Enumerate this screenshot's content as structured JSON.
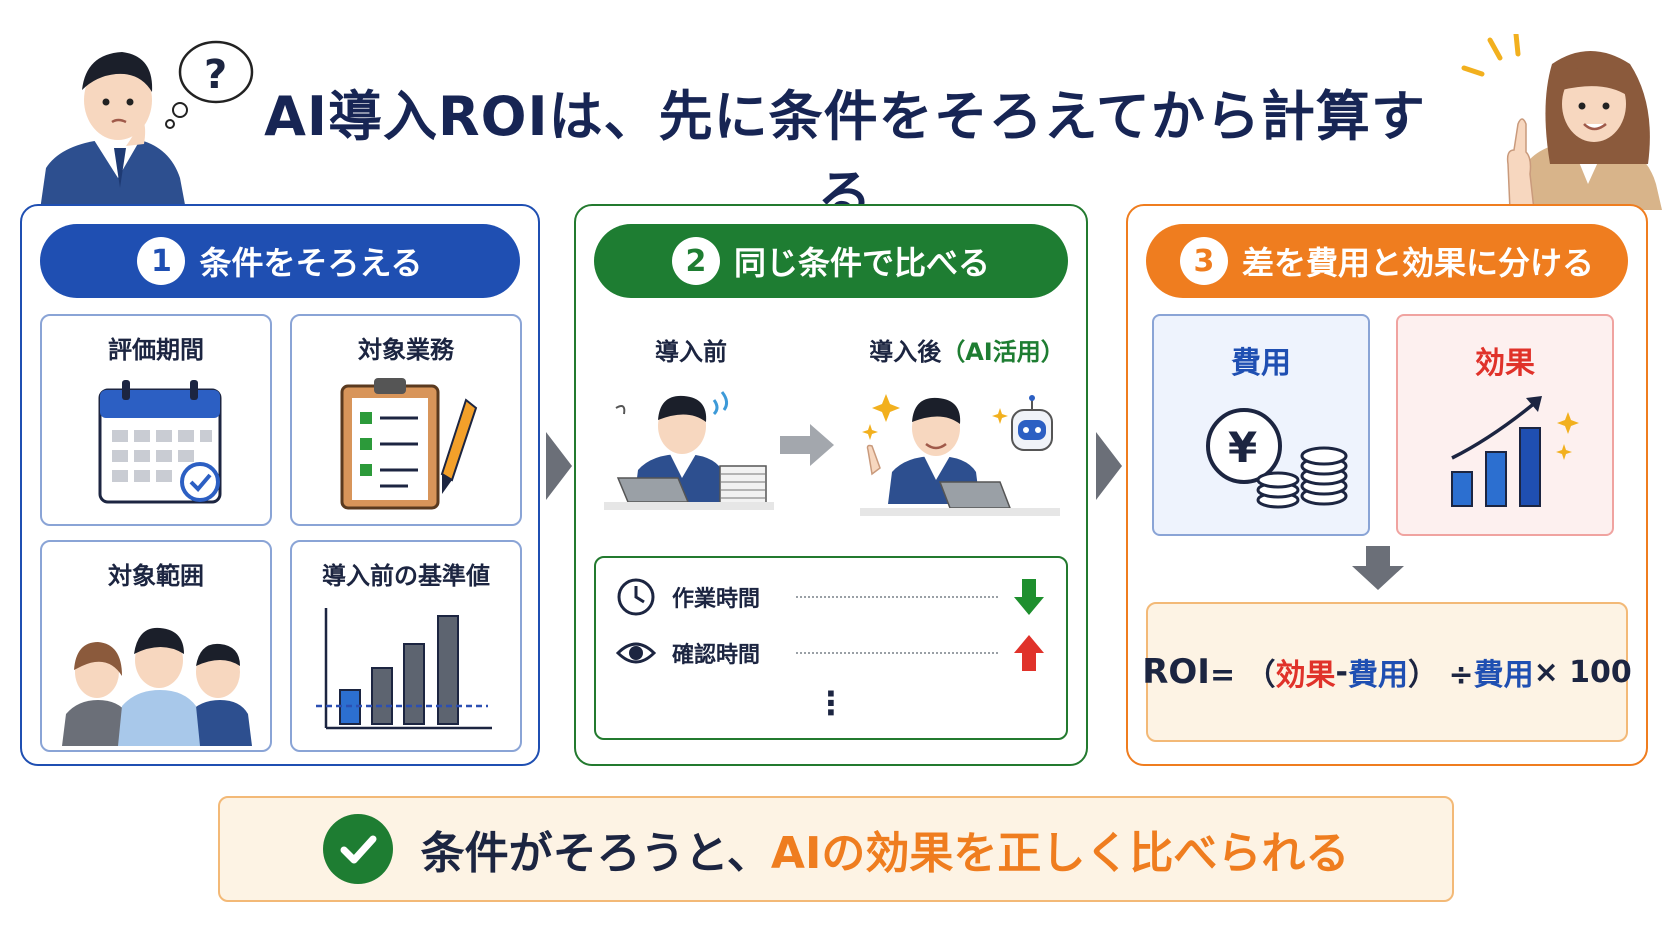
{
  "title": "AI導入ROIは、先に条件をそろえてから計算する",
  "step1": {
    "number": "1",
    "heading": "条件をそろえる",
    "cards": [
      "評価期間",
      "対象業務",
      "対象範囲",
      "導入前の基準値"
    ]
  },
  "step2": {
    "number": "2",
    "heading": "同じ条件で比べる",
    "before_label": "導入前",
    "after_label": "導入後",
    "after_label_note": "（AI活用）",
    "metrics": [
      {
        "label": "作業時間",
        "icon": "clock-icon",
        "trend": "down",
        "color": "#1e8f2e"
      },
      {
        "label": "確認時間",
        "icon": "eye-icon",
        "trend": "up",
        "color": "#e0322a"
      }
    ],
    "more": "⋮"
  },
  "step3": {
    "number": "3",
    "heading": "差を費用と効果に分ける",
    "cost_label": "費用",
    "effect_label": "効果",
    "yen_symbol": "¥",
    "formula": {
      "lead": "ROI",
      "eq": " = （",
      "effect": "効果",
      "minus": " - ",
      "cost": "費用",
      "close_div": "） ÷ ",
      "cost2": "費用",
      "times": " × 100"
    }
  },
  "bottom": {
    "text_main": "条件がそろうと、",
    "text_accent": "AIの効果を正しく比べられる"
  },
  "colors": {
    "blue": "#1f4fb2",
    "green": "#1e7d32",
    "orange": "#ef7d1f",
    "red": "#e0322a"
  }
}
